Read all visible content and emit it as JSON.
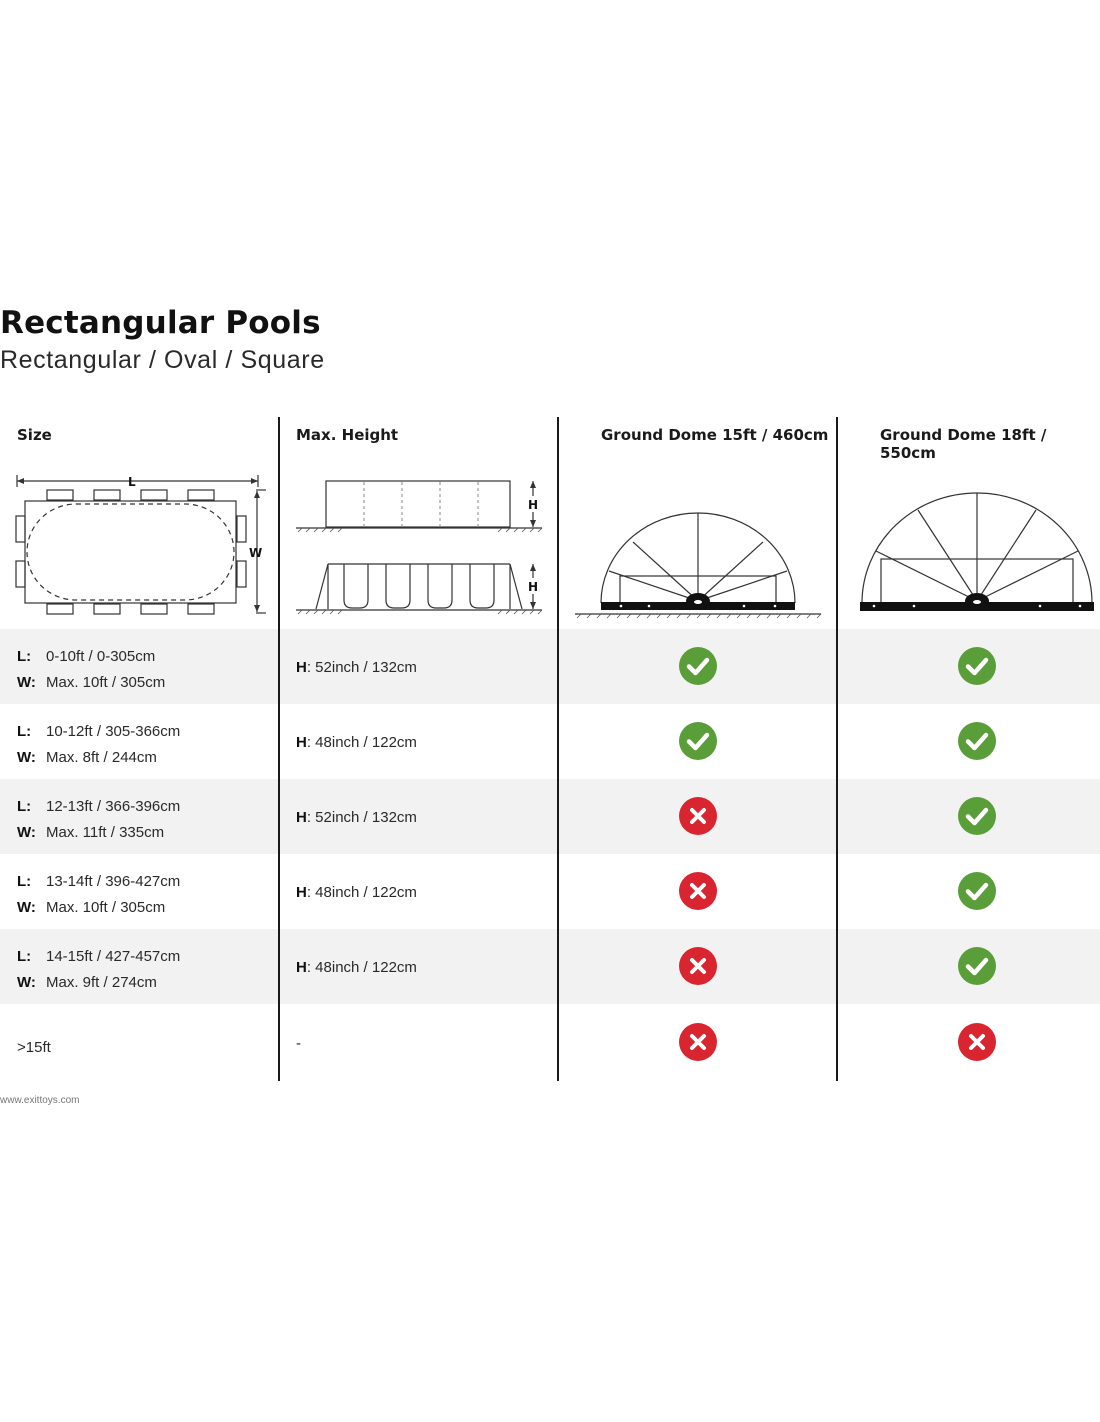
{
  "title": "Rectangular Pools",
  "subtitle": "Rectangular / Oval / Square",
  "headers": {
    "size": "Size",
    "height": "Max. Height",
    "dome15": "Ground Dome 15ft / 460cm",
    "dome18": "Ground Dome 18ft / 550cm"
  },
  "diagram_labels": {
    "length": "L",
    "width": "W",
    "height": "H"
  },
  "rows": [
    {
      "l_label": "L:",
      "l_value": "0-10ft / 0-305cm",
      "w_label": "W:",
      "w_value": "Max. 10ft / 305cm",
      "h_label": "H",
      "h_value": ": 52inch / 132cm",
      "dome15": "yes",
      "dome18": "yes"
    },
    {
      "l_label": "L:",
      "l_value": "10-12ft / 305-366cm",
      "w_label": "W:",
      "w_value": "Max. 8ft / 244cm",
      "h_label": "H",
      "h_value": ": 48inch / 122cm",
      "dome15": "yes",
      "dome18": "yes"
    },
    {
      "l_label": "L:",
      "l_value": "12-13ft / 366-396cm",
      "w_label": "W:",
      "w_value": "Max. 11ft / 335cm",
      "h_label": "H",
      "h_value": ": 52inch / 132cm",
      "dome15": "no",
      "dome18": "yes"
    },
    {
      "l_label": "L:",
      "l_value": "13-14ft / 396-427cm",
      "w_label": "W:",
      "w_value": "Max. 10ft / 305cm",
      "h_label": "H",
      "h_value": ": 48inch / 122cm",
      "dome15": "no",
      "dome18": "yes"
    },
    {
      "l_label": "L:",
      "l_value": "14-15ft / 427-457cm",
      "w_label": "W:",
      "w_value": "Max. 9ft / 274cm",
      "h_label": "H",
      "h_value": ": 48inch / 122cm",
      "dome15": "no",
      "dome18": "yes"
    }
  ],
  "last_row": {
    "size": ">15ft",
    "height": "-",
    "dome15": "no",
    "dome18": "no"
  },
  "colors": {
    "yes": "#5a9e3a",
    "no": "#d8252f",
    "divider": "#1a1a1a",
    "shade": "#f2f2f2"
  },
  "icons": {
    "yes": "check-icon",
    "no": "cross-icon"
  },
  "footer": "www.exittoys.com"
}
